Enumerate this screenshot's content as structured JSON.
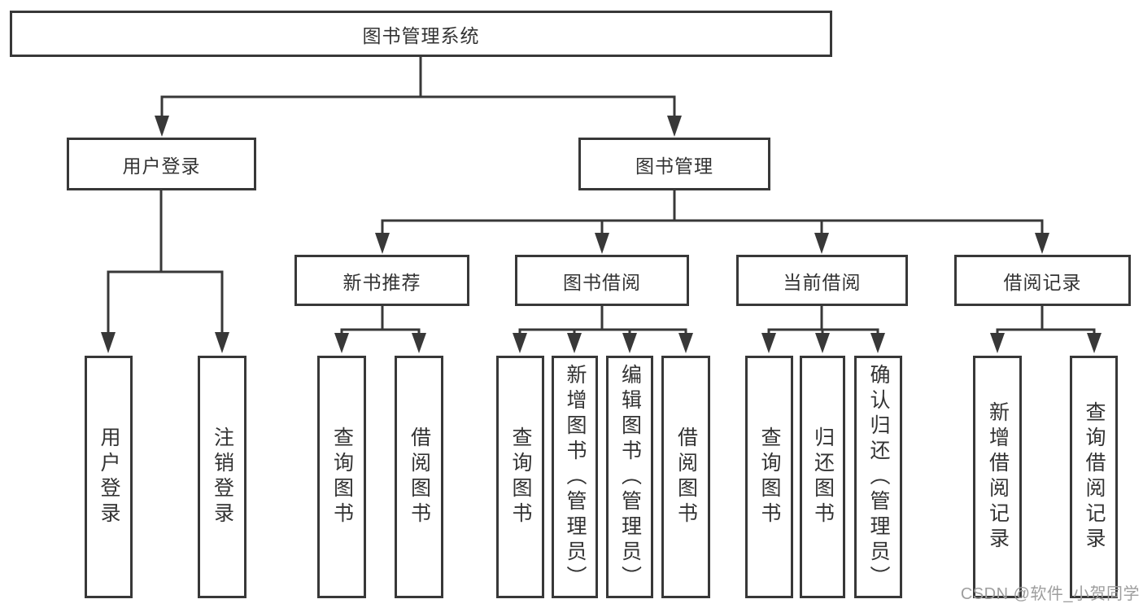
{
  "diagram": {
    "title": "图书管理系统",
    "nodes": {
      "root": {
        "label": "图书管理系统"
      },
      "user_login": {
        "label": "用户登录"
      },
      "book_mgmt": {
        "label": "图书管理"
      },
      "new_book_rec": {
        "label": "新书推荐"
      },
      "book_borrow": {
        "label": "图书借阅"
      },
      "current_borrow": {
        "label": "当前借阅"
      },
      "borrow_record": {
        "label": "借阅记录"
      },
      "leaf_user_login": {
        "label": "用户登录"
      },
      "leaf_logout": {
        "label": "注销登录"
      },
      "leaf_query_book_1": {
        "label": "查询图书"
      },
      "leaf_borrow_book_1": {
        "label": "借阅图书"
      },
      "leaf_query_book_2": {
        "label": "查询图书"
      },
      "leaf_add_book": {
        "label": "新增图书（管理员）"
      },
      "leaf_edit_book": {
        "label": "编辑图书（管理员）"
      },
      "leaf_borrow_book_2": {
        "label": "借阅图书"
      },
      "leaf_query_book_3": {
        "label": "查询图书"
      },
      "leaf_return_book": {
        "label": "归还图书"
      },
      "leaf_confirm_return": {
        "label": "确认归还（管理员）"
      },
      "leaf_add_record": {
        "label": "新增借阅记录"
      },
      "leaf_query_record": {
        "label": "查询借阅记录"
      }
    },
    "hierarchy": {
      "root": [
        "user_login",
        "book_mgmt"
      ],
      "user_login": [
        "leaf_user_login",
        "leaf_logout"
      ],
      "book_mgmt": [
        "new_book_rec",
        "book_borrow",
        "current_borrow",
        "borrow_record"
      ],
      "new_book_rec": [
        "leaf_query_book_1",
        "leaf_borrow_book_1"
      ],
      "book_borrow": [
        "leaf_query_book_2",
        "leaf_add_book",
        "leaf_edit_book",
        "leaf_borrow_book_2"
      ],
      "current_borrow": [
        "leaf_query_book_3",
        "leaf_return_book",
        "leaf_confirm_return"
      ],
      "borrow_record": [
        "leaf_add_record",
        "leaf_query_record"
      ]
    },
    "colors": {
      "line": "#383838",
      "box_border": "#383838",
      "text": "#333333",
      "background": "#ffffff",
      "watermark": "#9e9e9e"
    },
    "watermark": "CSDN @软件_小贺同学"
  }
}
